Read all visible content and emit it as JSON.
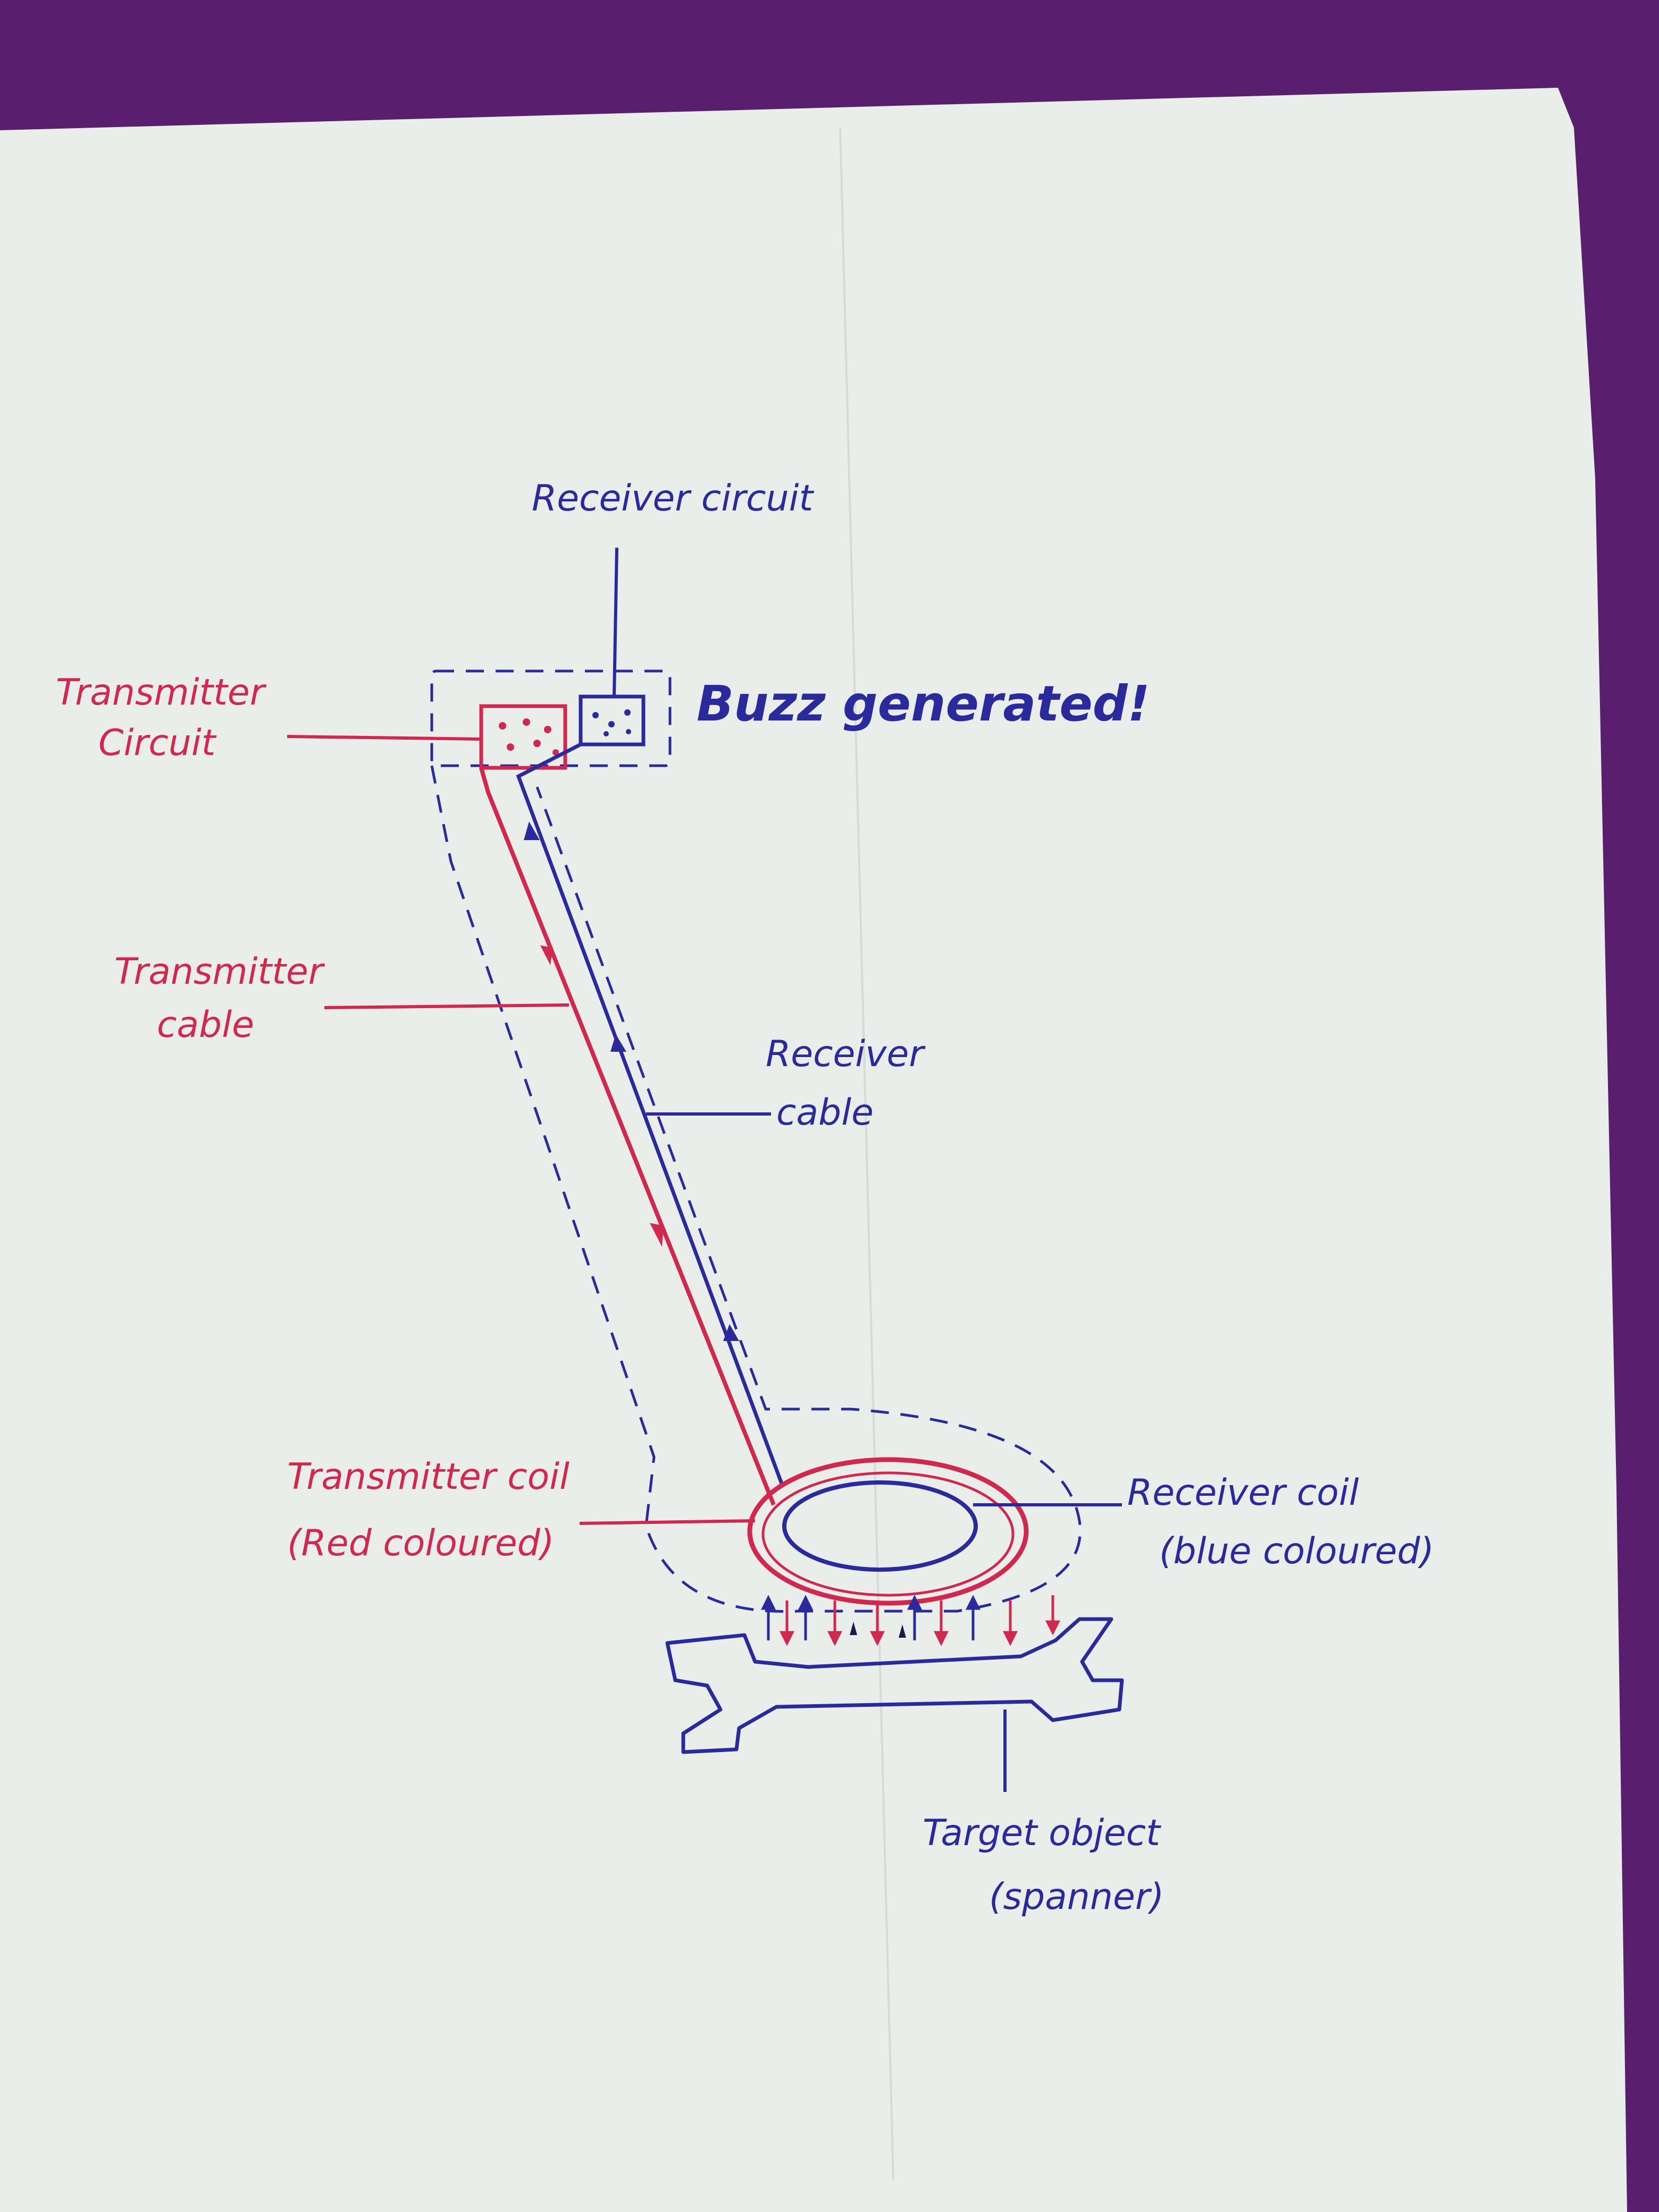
{
  "labels": {
    "receiver_circuit": "Receiver circuit",
    "transmitter_circuit_1": "Transmitter",
    "transmitter_circuit_2": "Circuit",
    "buzz": "Buzz generated!",
    "transmitter_cable_1": "Transmitter",
    "transmitter_cable_2": "cable",
    "receiver_cable_1": "Receiver",
    "receiver_cable_2": "cable",
    "transmitter_coil_1": "Transmitter coil",
    "transmitter_coil_2": "(Red coloured)",
    "receiver_coil_1": "Receiver coil",
    "receiver_coil_2": "(blue coloured)",
    "target_1": "Target object",
    "target_2": "(spanner)"
  },
  "colors": {
    "paper": "#e9eeeb",
    "background": "#5a1e6e",
    "transmitter_red": "#d0284f",
    "receiver_blue": "#2b2a9c"
  }
}
